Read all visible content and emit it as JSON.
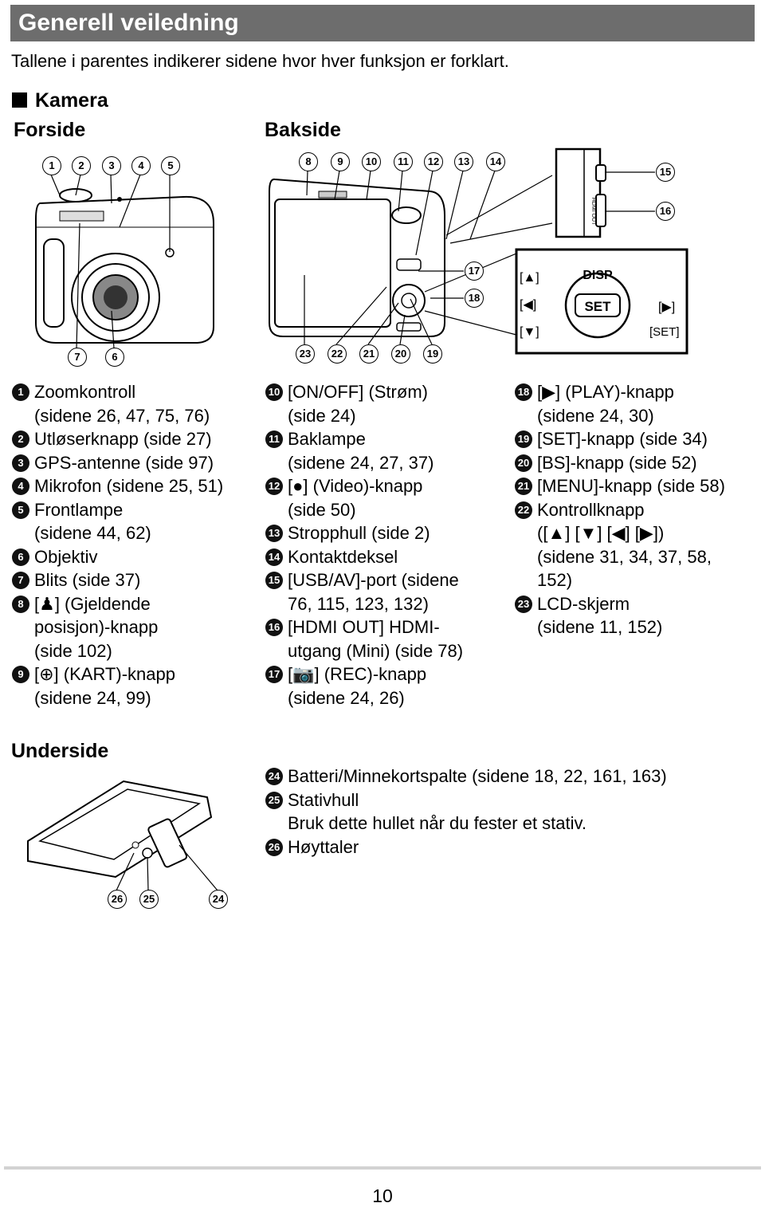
{
  "header": {
    "title": "Generell veiledning"
  },
  "intro": "Tallene i parentes indikerer sidene hvor hver funksjon er forklart.",
  "section": {
    "title": "Kamera",
    "front_label": "Forside",
    "back_label": "Bakside",
    "bottom_label": "Underside"
  },
  "callout_numbers": {
    "front_top": [
      "1",
      "2",
      "3",
      "4",
      "5"
    ],
    "front_bottom": [
      "7",
      "6"
    ],
    "back_top": [
      "8",
      "9",
      "10",
      "11",
      "12",
      "13",
      "14"
    ],
    "back_side": [
      "17",
      "18"
    ],
    "back_bottom": [
      "23",
      "22",
      "21",
      "20",
      "19"
    ],
    "ports": [
      "15",
      "16"
    ],
    "bottom": [
      "26",
      "25",
      "24"
    ]
  },
  "dial_labels": {
    "disp": "DISP",
    "set": "SET",
    "up": "[▲]",
    "left": "[◀]",
    "down": "[▼]",
    "right": "[▶]",
    "set_bracket": "[SET]"
  },
  "port_labels": {
    "hdmi": "HDMI OUT"
  },
  "legend": {
    "col1": [
      {
        "n": "1",
        "text": "Zoomkontroll\n(sidene 26, 47, 75, 76)"
      },
      {
        "n": "2",
        "text": "Utløserknapp (side 27)"
      },
      {
        "n": "3",
        "text": "GPS-antenne (side 97)"
      },
      {
        "n": "4",
        "text": "Mikrofon (sidene 25, 51)"
      },
      {
        "n": "5",
        "text": "Frontlampe\n(sidene 44, 62)"
      },
      {
        "n": "6",
        "text": "Objektiv"
      },
      {
        "n": "7",
        "text": "Blits (side 37)"
      },
      {
        "n": "8",
        "text": "[♟] (Gjeldende\nposisjon)-knapp\n(side 102)"
      },
      {
        "n": "9",
        "text": "[⊕] (KART)-knapp\n(sidene 24, 99)"
      }
    ],
    "col2": [
      {
        "n": "10",
        "text": "[ON/OFF] (Strøm)\n(side 24)"
      },
      {
        "n": "11",
        "text": "Baklampe\n(sidene 24, 27, 37)"
      },
      {
        "n": "12",
        "text": "[●] (Video)-knapp\n(side 50)"
      },
      {
        "n": "13",
        "text": "Stropphull (side 2)"
      },
      {
        "n": "14",
        "text": "Kontaktdeksel"
      },
      {
        "n": "15",
        "text": "[USB/AV]-port (sidene\n76, 115, 123, 132)"
      },
      {
        "n": "16",
        "text": "[HDMI OUT] HDMI-\nutgang (Mini) (side 78)"
      },
      {
        "n": "17",
        "text": "[📷] (REC)-knapp\n(sidene 24, 26)"
      }
    ],
    "col3": [
      {
        "n": "18",
        "text": "[▶] (PLAY)-knapp\n(sidene 24, 30)"
      },
      {
        "n": "19",
        "text": "[SET]-knapp (side 34)"
      },
      {
        "n": "20",
        "text": "[BS]-knapp (side 52)"
      },
      {
        "n": "21",
        "text": "[MENU]-knapp (side 58)"
      },
      {
        "n": "22",
        "text": "Kontrollknapp\n([▲] [▼] [◀] [▶])\n(sidene 31, 34, 37, 58,\n152)"
      },
      {
        "n": "23",
        "text": "LCD-skjerm\n(sidene 11, 152)"
      }
    ],
    "bottom": [
      {
        "n": "24",
        "text": "Batteri/Minnekortspalte (sidene 18, 22, 161, 163)"
      },
      {
        "n": "25",
        "text": "Stativhull\nBruk dette hullet når du fester et stativ."
      },
      {
        "n": "26",
        "text": "Høyttaler"
      }
    ]
  },
  "page_number": "10"
}
